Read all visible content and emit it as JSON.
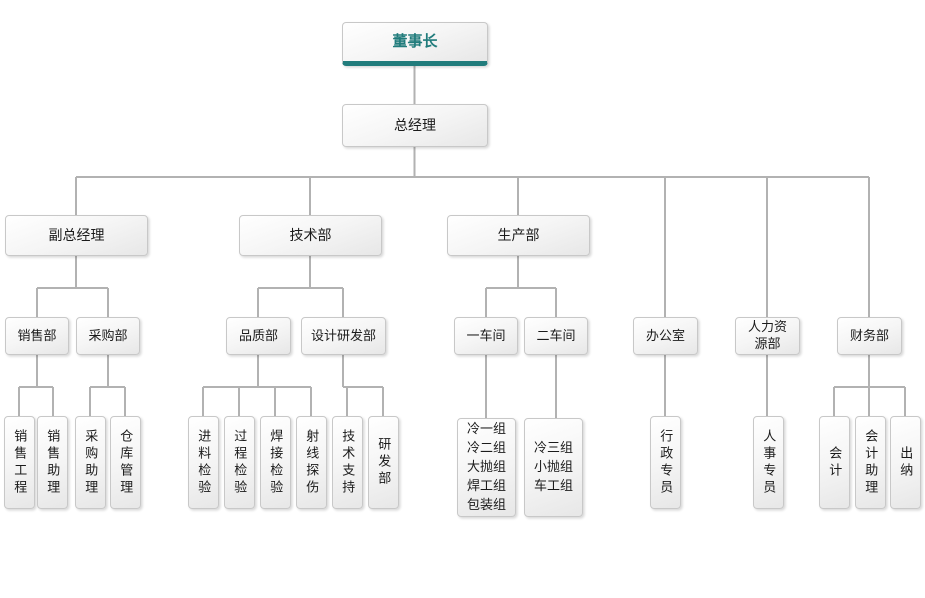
{
  "chart": {
    "type": "org-chart",
    "accent_color": "#217c7c",
    "line_color": "#b2b2b2",
    "node_border_color": "#c8c8c8"
  },
  "nodes": {
    "chairman": {
      "label": "董事长"
    },
    "general_manager": {
      "label": "总经理"
    },
    "deputy_gm": {
      "label": "副总经理"
    },
    "tech_dept": {
      "label": "技术部"
    },
    "production_dept": {
      "label": "生产部"
    },
    "office": {
      "label": "办公室"
    },
    "hr_dept": {
      "label": "人力资\n源部"
    },
    "finance_dept": {
      "label": "财务部"
    },
    "sales_dept": {
      "label": "销售部"
    },
    "purchasing_dept": {
      "label": "采购部"
    },
    "quality_dept": {
      "label": "品质部"
    },
    "design_rd_dept": {
      "label": "设计研发部"
    },
    "workshop_1": {
      "label": "一车间"
    },
    "workshop_2": {
      "label": "二车间"
    },
    "sales_engineering": {
      "label": "销售工程"
    },
    "sales_assistant": {
      "label": "销售助理"
    },
    "purchasing_assistant": {
      "label": "采购助理"
    },
    "warehouse_management": {
      "label": "仓库管理"
    },
    "incoming_inspection": {
      "label": "进料检验"
    },
    "process_inspection": {
      "label": "过程检验"
    },
    "welding_inspection": {
      "label": "焊接检验"
    },
    "xray_testing": {
      "label": "射线探伤"
    },
    "tech_support": {
      "label": "技术支持"
    },
    "rd_dept": {
      "label": "研发部"
    },
    "workshop1_groups": {
      "label": "冷一组\n冷二组\n大抛组\n焊工组\n包装组"
    },
    "workshop2_groups": {
      "label": "冷三组\n小抛组\n车工组"
    },
    "admin_specialist": {
      "label": "行政专员"
    },
    "hr_specialist": {
      "label": "人事专员"
    },
    "accountant": {
      "label": "会计"
    },
    "accounting_assistant": {
      "label": "会计助理"
    },
    "cashier": {
      "label": "出纳"
    }
  },
  "hierarchy": {
    "董事长": [
      "总经理"
    ],
    "总经理": [
      "副总经理",
      "技术部",
      "生产部",
      "办公室",
      "人力资源部",
      "财务部"
    ],
    "副总经理": [
      "销售部",
      "采购部"
    ],
    "技术部": [
      "品质部",
      "设计研发部"
    ],
    "生产部": [
      "一车间",
      "二车间"
    ],
    "销售部": [
      "销售工程",
      "销售助理"
    ],
    "采购部": [
      "采购助理",
      "仓库管理"
    ],
    "品质部": [
      "进料检验",
      "过程检验",
      "焊接检验",
      "射线探伤"
    ],
    "设计研发部": [
      "技术支持",
      "研发部"
    ],
    "一车间": [
      "冷一组",
      "冷二组",
      "大抛组",
      "焊工组",
      "包装组"
    ],
    "二车间": [
      "冷三组",
      "小抛组",
      "车工组"
    ],
    "办公室": [
      "行政专员"
    ],
    "人力资源部": [
      "人事专员"
    ],
    "财务部": [
      "会计",
      "会计助理",
      "出纳"
    ]
  }
}
